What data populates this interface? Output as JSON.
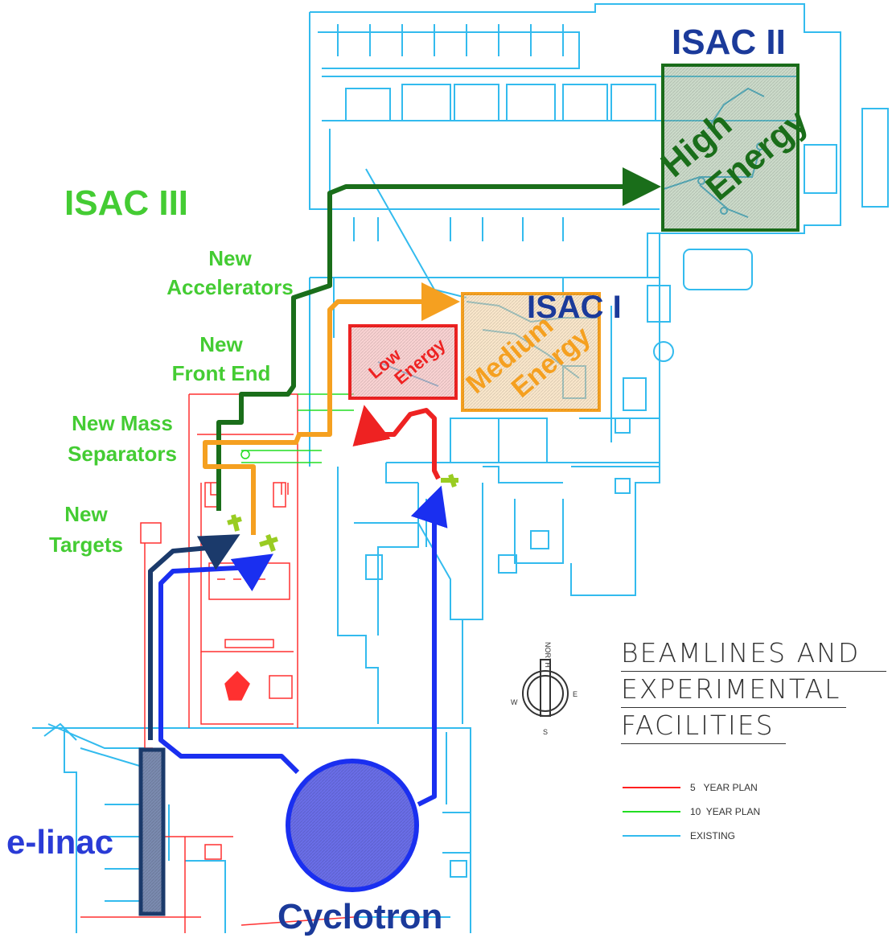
{
  "labels": {
    "isac_ii": "ISAC II",
    "isac_iii": "ISAC III",
    "isac_i": "ISAC I",
    "high": "High",
    "energy_high": "Energy",
    "low": "Low",
    "energy_low": "Energy",
    "medium": "Medium",
    "energy_medium": "Energy",
    "new_accelerators": [
      "New",
      "Accelerators"
    ],
    "new_front_end": [
      "New",
      "Front End"
    ],
    "new_mass_separators": [
      "New Mass",
      "Separators"
    ],
    "new_targets": [
      "New",
      "Targets"
    ],
    "elinac": "e-linac",
    "cyclotron": "Cyclotron"
  },
  "title_block": {
    "lines": [
      "BEAMLINES AND",
      "EXPERIMENTAL",
      "FACILITIES"
    ]
  },
  "legend": [
    {
      "label": "5   YEAR PLAN",
      "color": "#ff2020"
    },
    {
      "label": "10  YEAR PLAN",
      "color": "#22dd22"
    },
    {
      "label": "EXISTING",
      "color": "#33bbee"
    }
  ],
  "compass": {
    "north": "NORTH",
    "east": "E",
    "south": "S",
    "west": "W"
  },
  "colors": {
    "isac_iii_green": "#44cc33",
    "high_energy_dark_green": "#1a6e1a",
    "medium_orange": "#f5a020",
    "low_red": "#ee2222",
    "beam_blue": "#1a2ff0",
    "navy": "#1b3a6b",
    "plan_cyan": "#33bbee",
    "plan_red": "#ff3030"
  }
}
